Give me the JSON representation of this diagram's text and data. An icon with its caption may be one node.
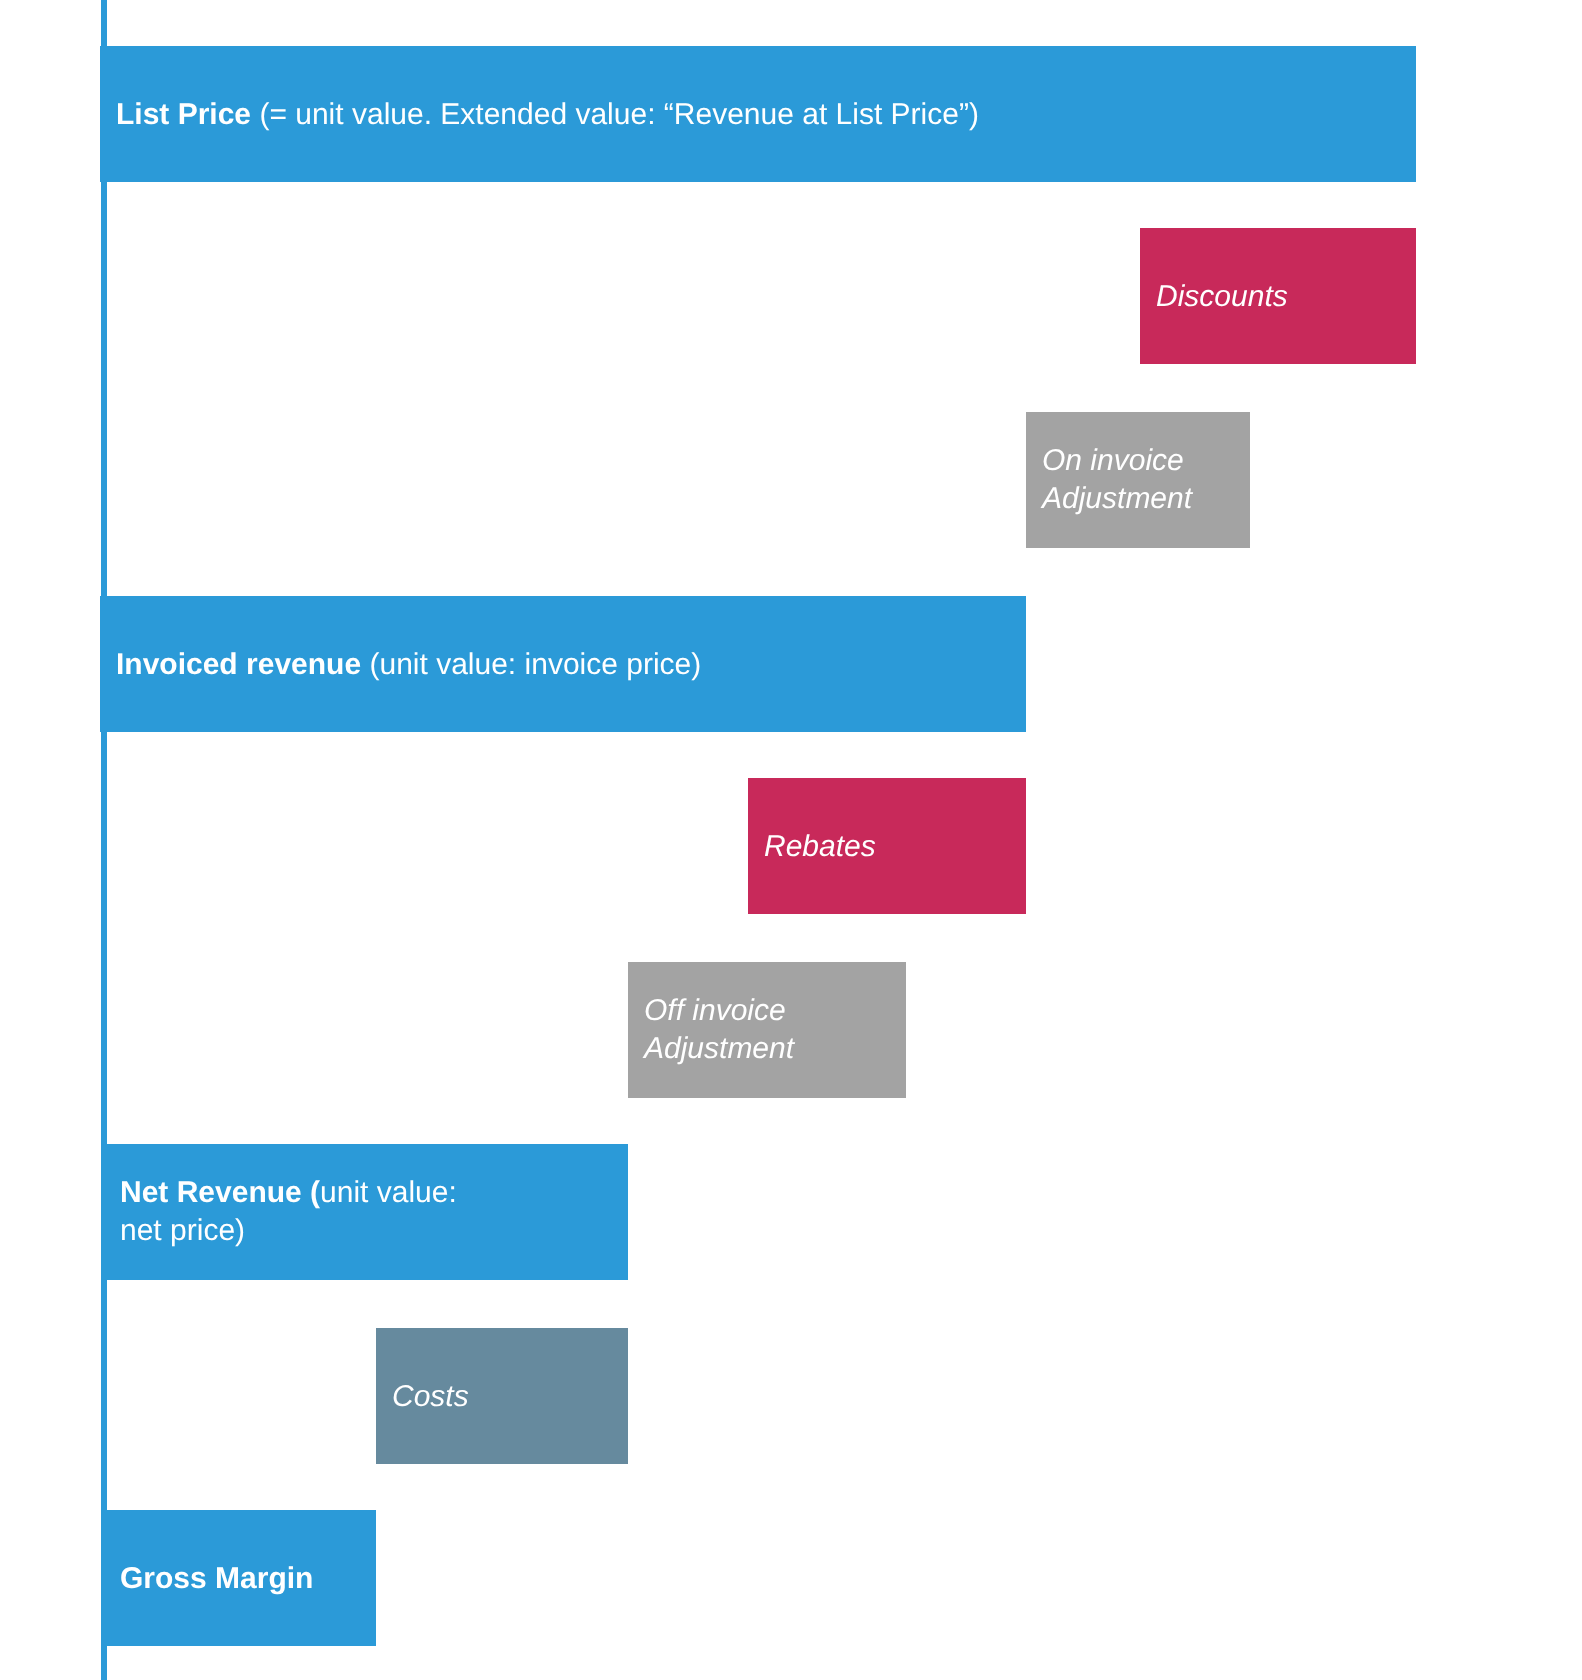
{
  "diagram": {
    "nodes": [
      {
        "text": [
          "**List Price** (= unit value. Extended value: “Revenue at List Price”)"
        ]
      },
      {
        "text": [
          "Discounts"
        ]
      },
      {
        "text": [
          "On invoice Adjustment"
        ]
      },
      {
        "text": [
          "**Invoiced revenue** (unit value: invoice price)"
        ]
      },
      {
        "text": [
          "Rebates"
        ]
      },
      {
        "text": [
          "Off invoice Adjustment"
        ]
      },
      {
        "text": [
          "**Net Revenue (**unit value: net price)"
        ]
      },
      {
        "text": [
          "Costs"
        ]
      },
      {
        "text": [
          "**Gross Margin**"
        ]
      }
    ]
  }
}
